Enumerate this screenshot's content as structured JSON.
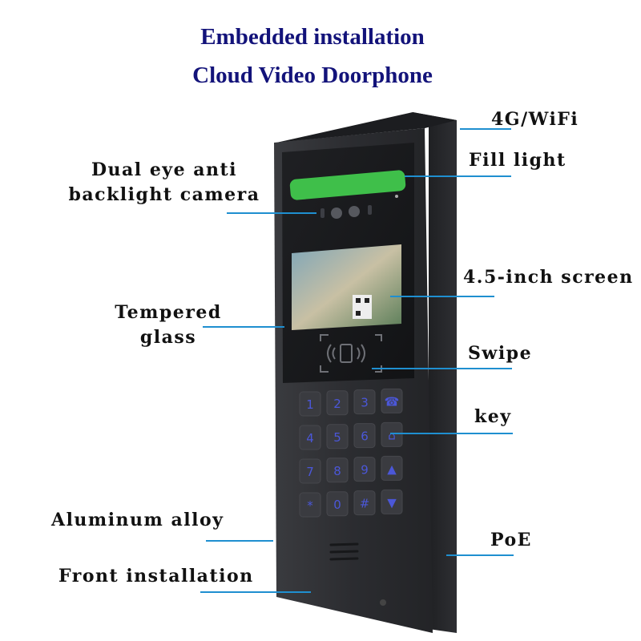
{
  "title": {
    "line1": "Embedded installation",
    "line2": "Cloud Video Doorphone"
  },
  "callouts": {
    "wifi": "4G/WiFi",
    "fill_light": "Fill light",
    "camera_line1": "Dual eye anti",
    "camera_line2": "backlight camera",
    "screen": "4.5-inch screen",
    "glass_line1": "Tempered",
    "glass_line2": "glass",
    "swipe": "Swipe",
    "key": "key",
    "aluminum": "Aluminum alloy",
    "poe": "PoE",
    "front": "Front installation"
  },
  "keypad": {
    "keys": [
      "1",
      "2",
      "3",
      "☎",
      "4",
      "5",
      "6",
      "⌂",
      "7",
      "8",
      "9",
      "▲",
      "*",
      "0",
      "#",
      "▼"
    ]
  },
  "colors": {
    "title": "#13137a",
    "callout_line": "#1f8fd0",
    "fill_light": "#3fbf4a",
    "device_body": "#2c2d30",
    "key_glow": "#4b57d8"
  }
}
